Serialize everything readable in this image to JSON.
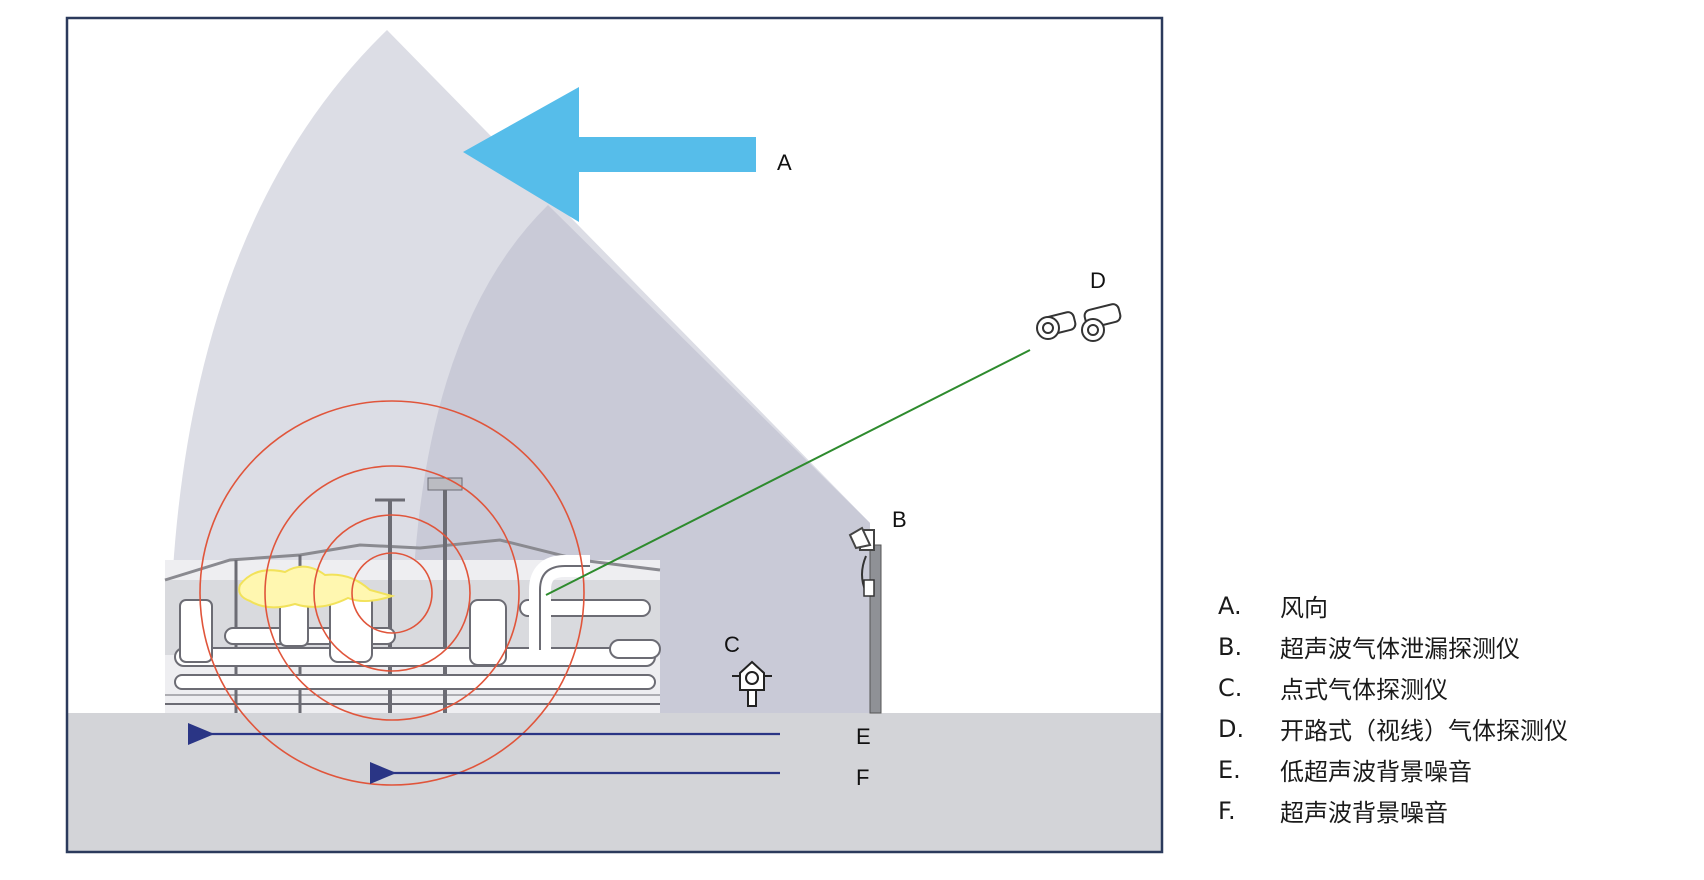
{
  "labels": {
    "wind_arrow": "A",
    "ultrasonic_detector": "B",
    "point_detector": "C",
    "open_path_detector": "D",
    "low_noise": "E",
    "high_noise": "F"
  },
  "legend": [
    {
      "key": "A.",
      "text": "风向"
    },
    {
      "key": "B.",
      "text": "超声波气体泄漏探测仪"
    },
    {
      "key": "C.",
      "text": "点式气体探测仪"
    },
    {
      "key": "D.",
      "text": "开路式（视线）气体探测仪"
    },
    {
      "key": "E.",
      "text": "低超声波背景噪音"
    },
    {
      "key": "F.",
      "text": "超声波背景噪音"
    }
  ],
  "colors": {
    "frame": "#2b3a5c",
    "ground": "#d3d4d8",
    "coverage_outer": "#dcdde5",
    "coverage_inner": "#c8c9d6",
    "wind_arrow": "#56bdea",
    "ultrasonic_rings": "#e0553b",
    "line_of_sight": "#2e8b2e",
    "noise_arrows": "#2a3585",
    "gas_leak": "#fff7b0"
  }
}
